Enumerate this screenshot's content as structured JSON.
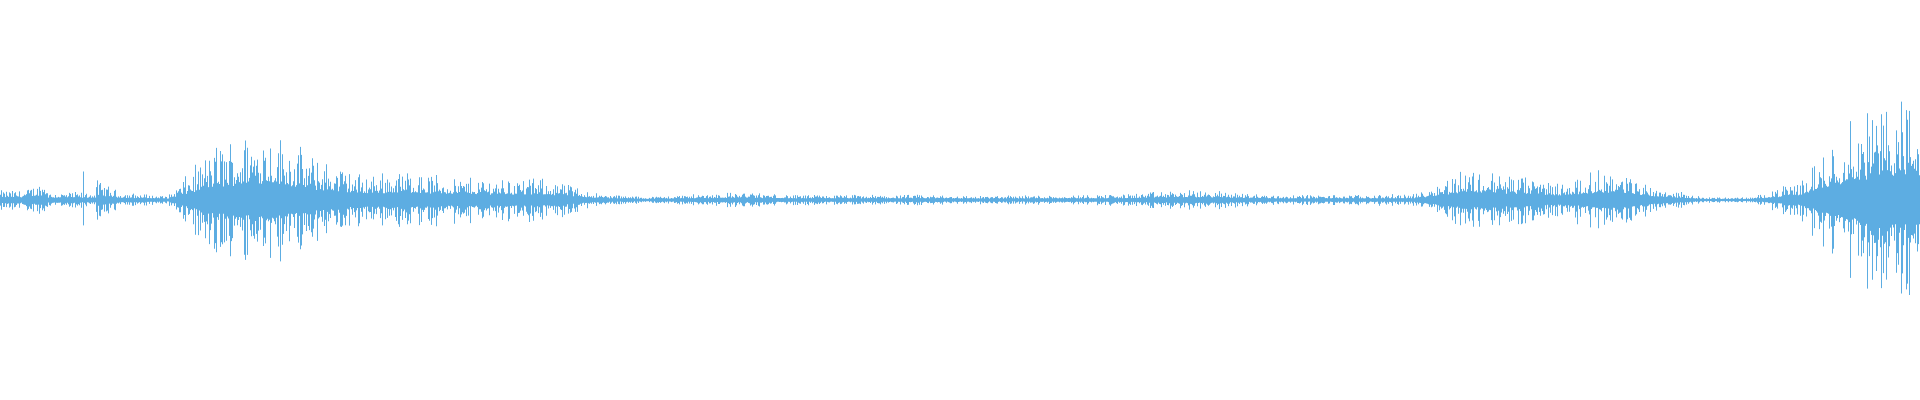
{
  "chart_data": {
    "type": "waveform",
    "title": "",
    "xlabel": "",
    "ylabel": "",
    "ylim": [
      -1,
      1
    ],
    "grid": false,
    "color": "#5dade2",
    "background": "#ffffff",
    "bins": 40,
    "peak_amplitude": [
      0.05,
      0.17,
      0.04,
      0.02,
      0.3,
      0.4,
      0.24,
      0.14,
      0.16,
      0.12,
      0.12,
      0.11,
      0.03,
      0.015,
      0.03,
      0.04,
      0.025,
      0.025,
      0.025,
      0.025,
      0.02,
      0.025,
      0.025,
      0.03,
      0.05,
      0.045,
      0.025,
      0.025,
      0.025,
      0.03,
      0.17,
      0.14,
      0.09,
      0.17,
      0.07,
      0.012,
      0.012,
      0.1,
      0.42,
      0.57
    ]
  }
}
